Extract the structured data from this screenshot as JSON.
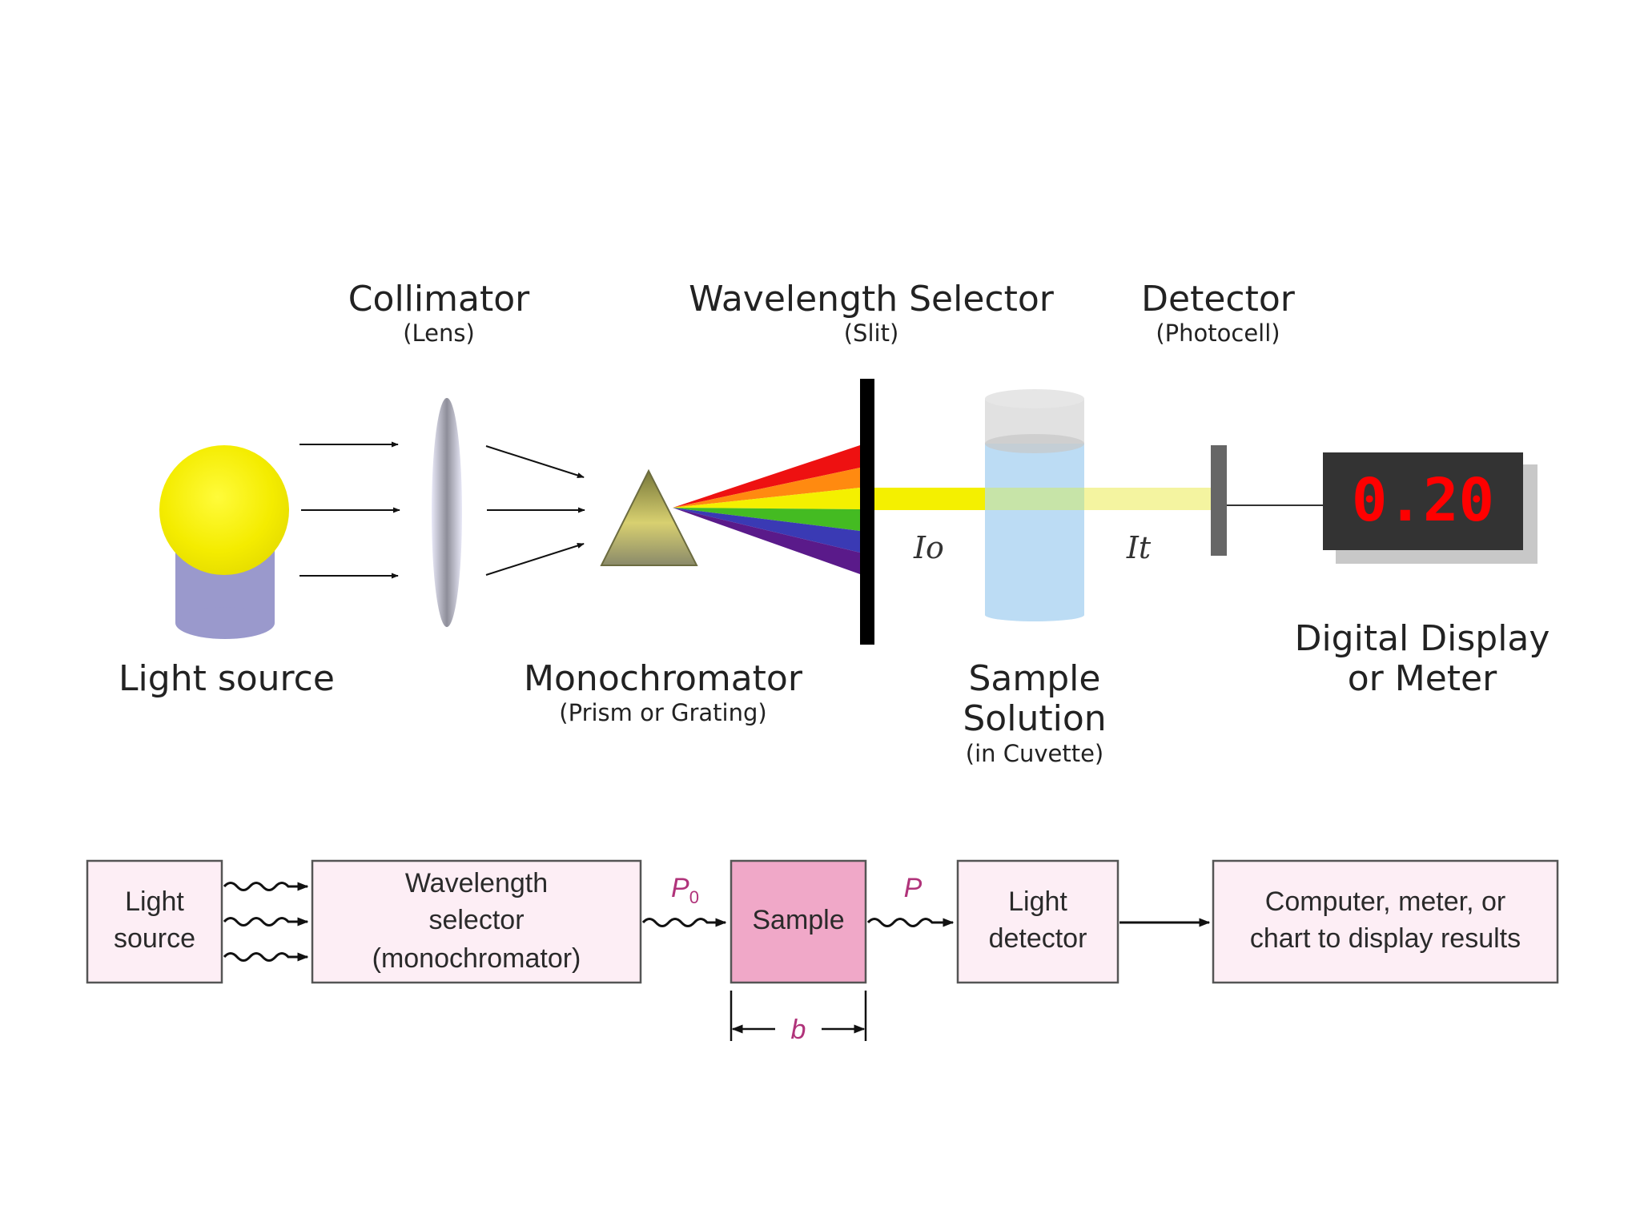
{
  "top": {
    "collimator": {
      "title": "Collimator",
      "sub": "(Lens)"
    },
    "wavelength_selector": {
      "title": "Wavelength Selector",
      "sub": "(Slit)"
    },
    "detector": {
      "title": "Detector",
      "sub": "(Photocell)"
    },
    "light_source": {
      "title": "Light source"
    },
    "monochromator": {
      "title": "Monochromator",
      "sub": "(Prism or Grating)"
    },
    "sample": {
      "line1": "Sample",
      "line2": "Solution",
      "sub": "(in Cuvette)"
    },
    "display": {
      "line1": "Digital Display",
      "line2": "or Meter",
      "reading": "0.20"
    },
    "intensity_in": "Io",
    "intensity_out": "It"
  },
  "bottom": {
    "light_source": [
      "Light",
      "source"
    ],
    "wavelength_selector": [
      "Wavelength",
      "selector",
      "(monochromator)"
    ],
    "sample": "Sample",
    "light_detector": [
      "Light",
      "detector"
    ],
    "output": [
      "Computer, meter, or",
      "chart to display results"
    ],
    "power_in": "P",
    "power_in_sub": "0",
    "power_out": "P",
    "path_length": "b"
  },
  "colors": {
    "bulb": "#f5ee00",
    "bulb_base": "#9a99cc",
    "prism": "#9c9a55",
    "beam": "#f4f000",
    "cuvette": "#bcdcf4",
    "display_bg": "#333333",
    "display_digits": "#ff0000",
    "box_fill": "#fdeef5",
    "sample_fill": "#f0a8c8",
    "label_accent": "#b0337a"
  },
  "icons": [
    "light-bulb-icon",
    "lens-icon",
    "prism-icon",
    "slit-icon",
    "cuvette-icon",
    "photocell-icon",
    "digital-display-icon"
  ]
}
